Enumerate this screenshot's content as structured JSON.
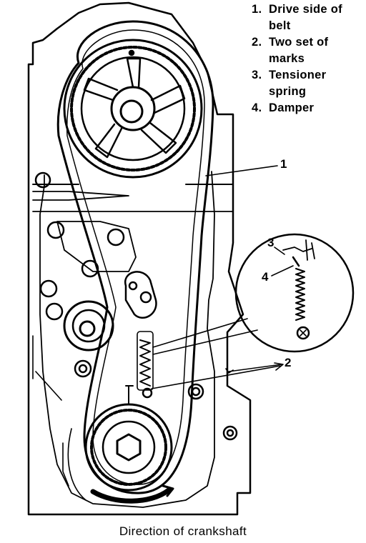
{
  "legend": [
    {
      "num": "1.",
      "text": "Drive side of belt"
    },
    {
      "num": "2.",
      "text": "Two set of marks"
    },
    {
      "num": "3.",
      "text": "Tensioner spring"
    },
    {
      "num": "4.",
      "text": "Damper"
    }
  ],
  "callouts": {
    "c1": "1",
    "c2": "2",
    "c3": "3",
    "c4": "4"
  },
  "caption": "Direction of crankshaft"
}
